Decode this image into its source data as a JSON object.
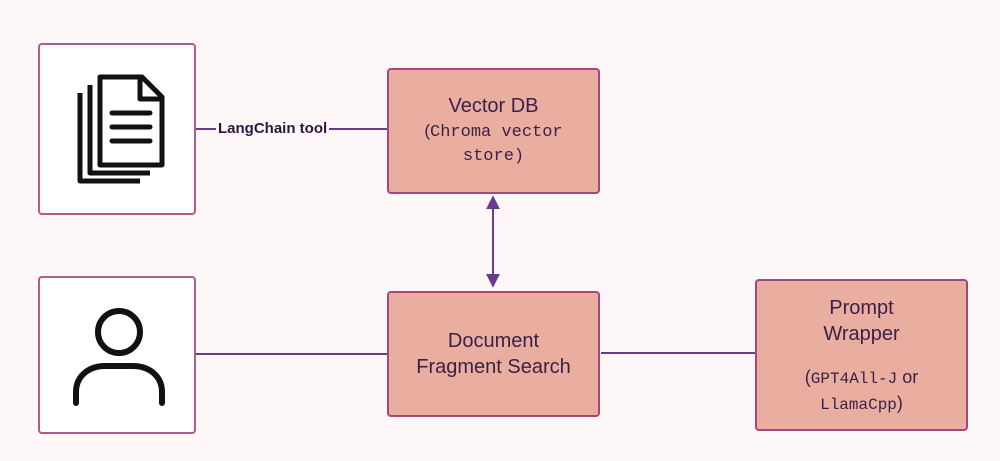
{
  "edges": {
    "docs_to_vectordb_label": "LangChain tool"
  },
  "nodes": {
    "vector_db": {
      "title": "Vector DB",
      "sub_open": "(",
      "sub_line1": "Chroma vector",
      "sub_line2": "store)"
    },
    "fragment_search": {
      "line1": "Document",
      "line2": "Fragment Search"
    },
    "prompt_wrapper": {
      "line1": "Prompt",
      "line2": "Wrapper",
      "detail_open": "(",
      "detail_mono1": "GPT4All-J",
      "detail_or": " or",
      "detail_mono2": "LlamaCpp",
      "detail_close": ")"
    }
  },
  "icons": {
    "documents": "documents-icon",
    "user": "user-icon"
  },
  "colors": {
    "node_fill": "#e9aea0",
    "node_border": "#a8467c",
    "connector": "#6a3a8e",
    "background": "#fdf8f7"
  }
}
